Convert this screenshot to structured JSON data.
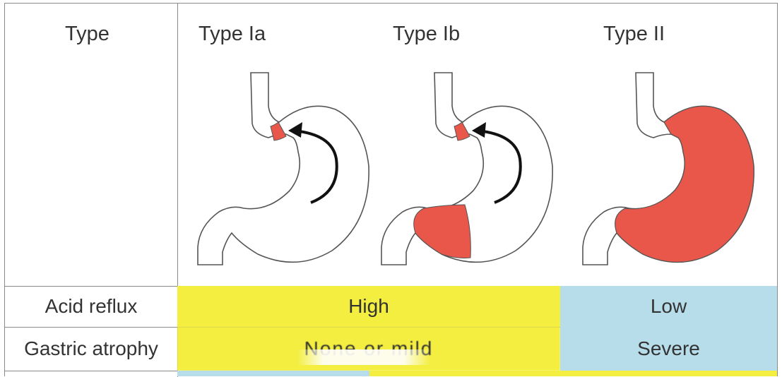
{
  "header": {
    "type_label": "Type",
    "columns": [
      "Type Ia",
      "Type Ib",
      "Type II"
    ]
  },
  "rows": [
    {
      "label": "Acid reflux",
      "cells": [
        "High",
        "Low"
      ]
    },
    {
      "label": "Gastric atrophy",
      "cells": [
        "None or mild",
        "Severe"
      ]
    }
  ],
  "colors": {
    "yellow": "#f3ee40",
    "blue": "#b6dde9",
    "red": "#e8574a",
    "outline": "#555555",
    "arrow": "#111111"
  },
  "icons": [
    "stomach-type-ia",
    "stomach-type-ib",
    "stomach-type-ii",
    "reflux-arrow-icon"
  ]
}
